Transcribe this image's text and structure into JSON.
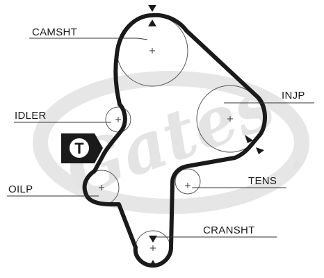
{
  "watermark": {
    "brand": "Gates",
    "trademark": "®",
    "color": "#e6e6e6"
  },
  "timing_marker": {
    "letter": "T"
  },
  "labels": {
    "camshaft": "CAMSHT",
    "idler": "IDLER",
    "injection_pump": "INJP",
    "oil_pump": "OILP",
    "tensioner": "TENS",
    "crankshaft": "CRANSHT"
  },
  "colors": {
    "belt": "#1a1a1a",
    "pulley_line": "#555555",
    "leader_line": "#333333",
    "background": "#ffffff"
  }
}
